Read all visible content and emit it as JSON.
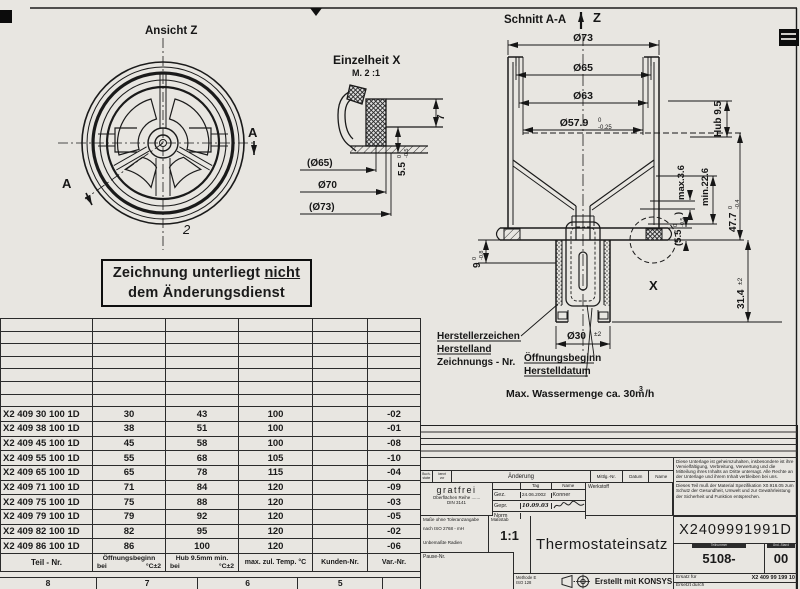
{
  "ansicht": {
    "title": "Ansicht Z",
    "a1": "A",
    "a2": "A",
    "pencil": "2"
  },
  "einzelheit": {
    "title": "Einzelheit X",
    "scale": "M. 2 :1",
    "d7": "7",
    "d55": "5.5",
    "d55_t": "0",
    "d55_b": "-0.5",
    "d65": "(Ø65)",
    "d70": "Ø70",
    "d73": "(Ø73)"
  },
  "schnitt": {
    "title": "Schnitt A-A",
    "z": "Z",
    "d73": "Ø73",
    "d65": "Ø65",
    "d63": "Ø63",
    "d579": "Ø57.9",
    "d579_t": "0",
    "d579_b": "-0.25",
    "hub": "Hub 9.5",
    "max36": "max.3.6",
    "min226": "min.22.6",
    "p55_pre": "(5.5",
    "p55_t": "0",
    "p55_b": "-0.5",
    "p55_post": ")",
    "d477": "47.7",
    "d477_t": "0",
    "d477_b": "-0.4",
    "d314": "31.4",
    "d314_tol": "±2",
    "d9": "9",
    "d9_t": "0",
    "d9_b": "-0.8",
    "d30": "Ø30",
    "d30_tol": "±2",
    "x": "X"
  },
  "labels": {
    "h1": "Herstellerzeichen",
    "h2": "Herstelland",
    "h3": "Zeichnungs - Nr.",
    "o1": "Öffnungsbeginn",
    "o2": "Herstelldatum",
    "note_pre": "Max. Wassermenge ca. 30m",
    "note_sup": "3",
    "note_post": "/h"
  },
  "stamp": {
    "pre": "Zeichnung unterliegt ",
    "nicht": "nicht",
    "line2": "dem Änderungsdienst"
  },
  "table": {
    "rows": [
      {
        "p": "X2 409 30 100 1D",
        "a": "30",
        "b": "43",
        "c": "100",
        "k": "",
        "v": "-02"
      },
      {
        "p": "X2 409 38 100 1D",
        "a": "38",
        "b": "51",
        "c": "100",
        "k": "",
        "v": "-01"
      },
      {
        "p": "X2 409 45 100 1D",
        "a": "45",
        "b": "58",
        "c": "100",
        "k": "",
        "v": "-08"
      },
      {
        "p": "X2 409 55 100 1D",
        "a": "55",
        "b": "68",
        "c": "105",
        "k": "",
        "v": "-10"
      },
      {
        "p": "X2 409 65 100 1D",
        "a": "65",
        "b": "78",
        "c": "115",
        "k": "",
        "v": "-04"
      },
      {
        "p": "X2 409 71 100 1D",
        "a": "71",
        "b": "84",
        "c": "120",
        "k": "",
        "v": "-09"
      },
      {
        "p": "X2 409 75 100 1D",
        "a": "75",
        "b": "88",
        "c": "120",
        "k": "",
        "v": "-03"
      },
      {
        "p": "X2 409 79 100 1D",
        "a": "79",
        "b": "92",
        "c": "120",
        "k": "",
        "v": "-05"
      },
      {
        "p": "X2 409 82 100 1D",
        "a": "82",
        "b": "95",
        "c": "120",
        "k": "",
        "v": "-02"
      },
      {
        "p": "X2 409 86 100 1D",
        "a": "86",
        "b": "100",
        "c": "120",
        "k": "",
        "v": "-06"
      }
    ],
    "f_teil": "Teil - Nr.",
    "f2a": "Öffnungsbeginn",
    "f2b": "bei",
    "f2c": "°C±2",
    "f3a": "Hub 9.5mm min.",
    "f3b": "bei",
    "f3c": "°C±2",
    "f4": "max. zul. Temp. °C",
    "f5": "Kunden-Nr.",
    "f6": "Var.-Nr.",
    "zones": [
      "8",
      "7",
      "6",
      "5"
    ]
  },
  "tb": {
    "rev_c1a": "Buch-",
    "rev_c1b": "stabe",
    "rev_c2a": "kennt",
    "rev_c2b": "vor",
    "aenderung": "Änderung",
    "mittlg": "Mittlg.-Nr.",
    "datum": "Datum",
    "name": "Name",
    "gratfrei": "gratfrei",
    "ober1": "Oberflächen Reihe .......",
    "ober2": "DIN 3141",
    "tag": "Tag",
    "name2": "Name",
    "gez": "Gez.",
    "gez_tag": "24.06.2002",
    "gez_name": "Konner",
    "gepr": "Gepr.",
    "gepr_tag": "10.09.03",
    "norm": "Norm",
    "werkstoff": "Werkstoff",
    "tol1": "Maße ohne Toleranzangabe",
    "tol2": "nach ISO 2768 - mH",
    "tol3": "Unbemaßte Radien",
    "pause": "Pause-Nr.",
    "massstab_l": "Maßstab",
    "massstab": "1:1",
    "title": "Thermostateinsatz",
    "number": "X2409991991D",
    "teil_l": "Teilnummer",
    "teil": "5108-",
    "aend_l": "Änd.-Stand",
    "aend": "00",
    "meth1": "Methode E",
    "meth2": "ISO 128",
    "erstellt": "Erstellt mit KONSYS",
    "ersatz_l": "Ersatz für",
    "ersatz": "X2 409 99 199 10",
    "ersetzt_l": "Ersetzt durch",
    "secret1": "Diese Unterlage ist geheimzuhalten, insbesondere ist ihre Vervielfältigung, Verbreitung, Verwertung und die Mitteilung ihres Inhalts an Dritte untersagt. Alle Rechte an der Unterlage und ihrem Inhalt verbleiben bei uns.",
    "secret2": "Dieses Teil muß der Material Spezifikation X0.916.05 zum Schutz der Gesundheit, Umwelt und zur Gewährleistung der Sicherheit und Funktion entsprechen."
  }
}
